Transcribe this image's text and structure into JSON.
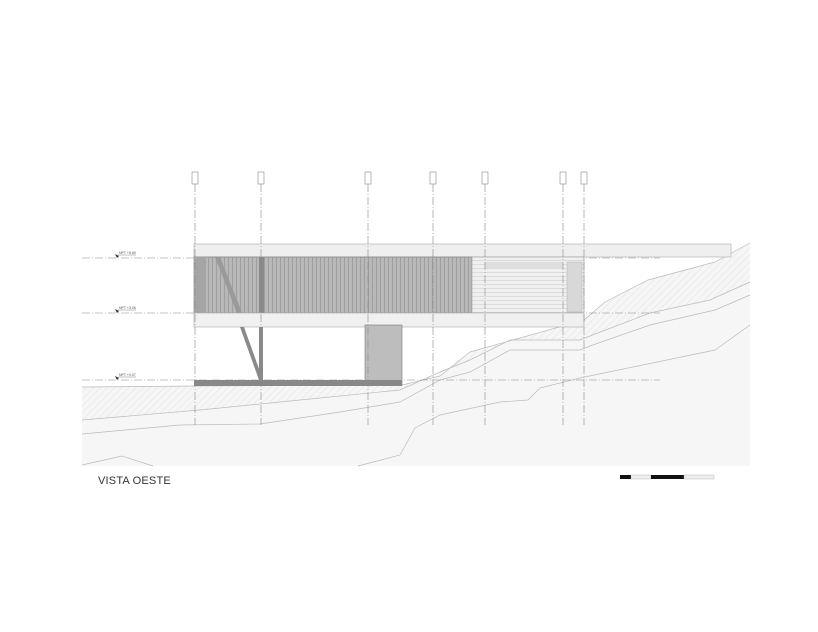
{
  "drawing": {
    "title": "VISTA OESTE",
    "levels": [
      {
        "label": "NPT +5.60"
      },
      {
        "label": "NPT +3.06"
      },
      {
        "label": "NPT +0.07"
      }
    ],
    "grid_axes_count": 7,
    "scale_bar_segments": 4
  },
  "colors": {
    "line": "#555555",
    "dark_fill": "#8a8a8a",
    "mid_fill": "#b5b5b5",
    "light_fill": "#ececec",
    "ground_fill": "#f5f5f5"
  }
}
